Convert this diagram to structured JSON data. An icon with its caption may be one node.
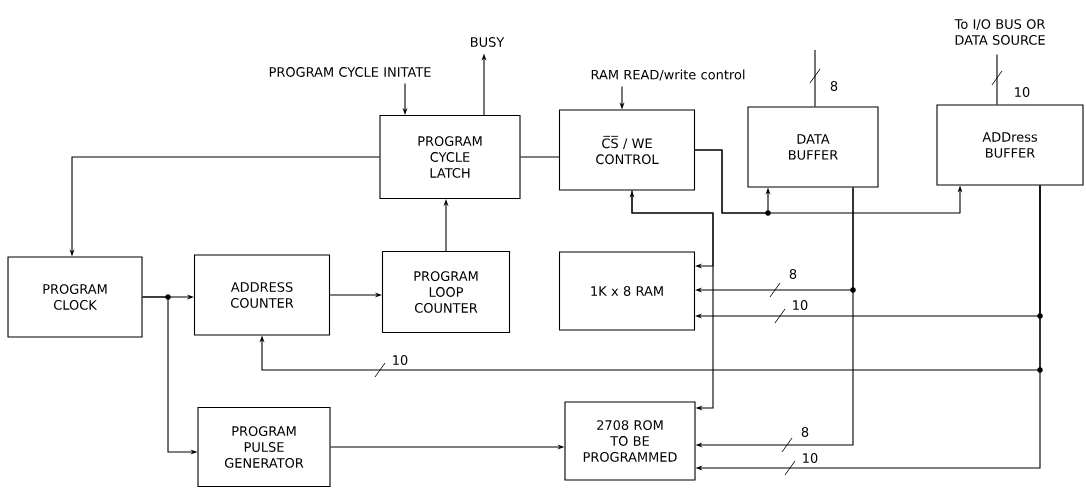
{
  "diagram": {
    "nodes": [
      {
        "text": [
          "PROGRAM CYCLE LATCH"
        ]
      },
      {
        "text": [
          "C̅S̅ / WE CONTROL"
        ]
      },
      {
        "text": [
          "DATA BUFFER"
        ]
      },
      {
        "text": [
          "ADDress BUFFER"
        ]
      },
      {
        "text": [
          "PROGRAM CLOCK"
        ]
      },
      {
        "text": [
          "ADDRESS COUNTER"
        ]
      },
      {
        "text": [
          "PROGRAM LOOP COUNTER"
        ]
      },
      {
        "text": [
          "1K x 8 RAM"
        ]
      },
      {
        "text": [
          "PROGRAM PULSE GENERATOR"
        ]
      },
      {
        "text": [
          "2708 ROM TO BE PROGRAMMED"
        ]
      },
      {
        "text": [
          "PROGRAM CYCLE INITATE"
        ]
      },
      {
        "text": [
          "BUSY"
        ]
      },
      {
        "text": [
          "RAM READ/write control"
        ]
      },
      {
        "text": [
          "To I/O BUS OR DATA SOURCE"
        ]
      }
    ],
    "edges": [
      {
        "from": 10,
        "to": 0,
        "arrow": "to"
      },
      {
        "from": 0,
        "to": 11,
        "arrow": "to"
      },
      {
        "from": 12,
        "to": 1,
        "arrow": "to"
      },
      {
        "from": 2,
        "to": null,
        "arrow": "none",
        "label": "8"
      },
      {
        "from": 3,
        "to": 13,
        "arrow": "none",
        "label": "10"
      },
      {
        "from": 0,
        "to": 4,
        "arrow": "to"
      },
      {
        "from": 0,
        "to": 1,
        "arrow": "none"
      },
      {
        "from": 1,
        "to": 2,
        "arrow": "to"
      },
      {
        "from": 1,
        "to": 3,
        "arrow": "to"
      },
      {
        "from": 1,
        "to": 7,
        "arrow": "both"
      },
      {
        "from": 1,
        "to": 9,
        "arrow": "to"
      },
      {
        "from": 4,
        "to": 5,
        "arrow": "to"
      },
      {
        "from": 4,
        "to": 8,
        "arrow": "to"
      },
      {
        "from": 5,
        "to": 6,
        "arrow": "to"
      },
      {
        "from": 6,
        "to": 0,
        "arrow": "to"
      },
      {
        "from": 2,
        "to": 7,
        "arrow": "to",
        "label": "8"
      },
      {
        "from": 2,
        "to": 9,
        "arrow": "to",
        "label": "8"
      },
      {
        "from": 3,
        "to": 7,
        "arrow": "to",
        "label": "10"
      },
      {
        "from": 3,
        "to": 5,
        "arrow": "to",
        "label": "10"
      },
      {
        "from": 3,
        "to": 9,
        "arrow": "to",
        "label": "10"
      },
      {
        "from": 8,
        "to": 9,
        "arrow": "to"
      }
    ]
  }
}
